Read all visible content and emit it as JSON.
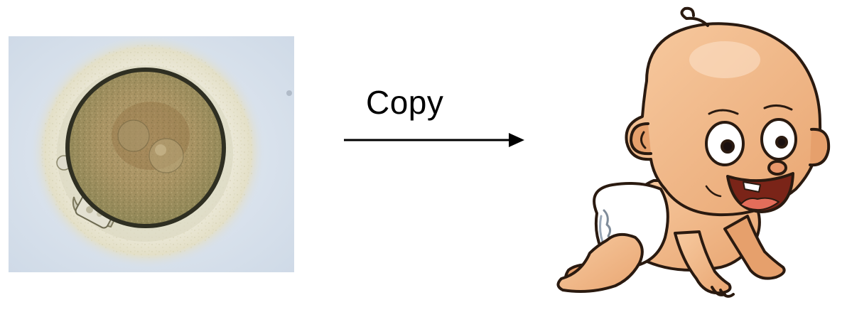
{
  "diagram": {
    "arrow_label": "Copy",
    "left_image": {
      "icon": "oocyte-micrograph",
      "background_color": "#d4deea"
    },
    "right_image": {
      "icon": "crawling-baby-cartoon",
      "skin_color": "#f0b989",
      "diaper_color": "#ffffff"
    },
    "arrow": {
      "icon": "right-arrow",
      "color": "#000000"
    }
  }
}
